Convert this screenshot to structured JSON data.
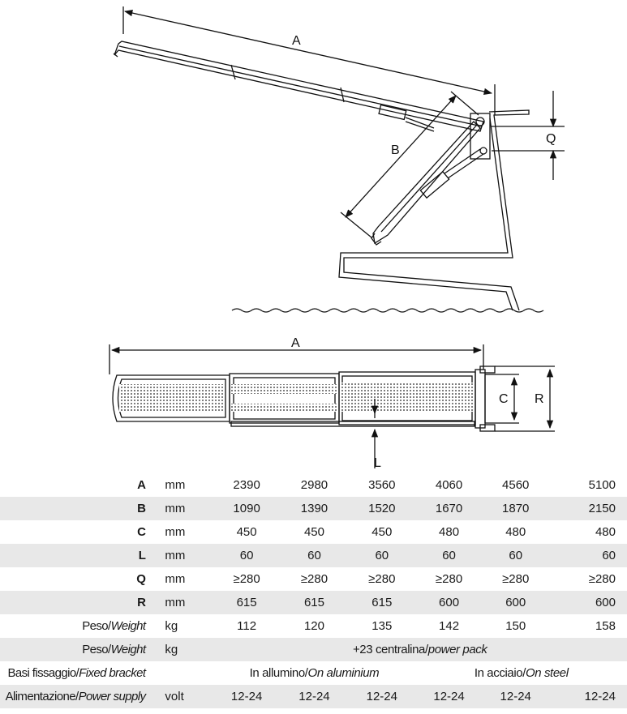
{
  "diagram": {
    "side_labels": {
      "a": "A",
      "b": "B",
      "q": "Q"
    },
    "top_labels": {
      "a": "A",
      "c": "C",
      "r": "R",
      "l": "L"
    }
  },
  "table": {
    "rows": [
      {
        "label": "A",
        "unit": "mm",
        "values": [
          "2390",
          "2980",
          "3560",
          "4060",
          "4560",
          "5100"
        ]
      },
      {
        "label": "B",
        "unit": "mm",
        "values": [
          "1090",
          "1390",
          "1520",
          "1670",
          "1870",
          "2150"
        ]
      },
      {
        "label": "C",
        "unit": "mm",
        "values": [
          "450",
          "450",
          "450",
          "480",
          "480",
          "480"
        ]
      },
      {
        "label": "L",
        "unit": "mm",
        "values": [
          "60",
          "60",
          "60",
          "60",
          "60",
          "60"
        ]
      },
      {
        "label": "Q",
        "unit": "mm",
        "values": [
          "≥280",
          "≥280",
          "≥280",
          "≥280",
          "≥280",
          "≥280"
        ]
      },
      {
        "label": "R",
        "unit": "mm",
        "values": [
          "615",
          "615",
          "615",
          "600",
          "600",
          "600"
        ]
      },
      {
        "label_it": "Peso/",
        "label_en": "Weight",
        "unit": "kg",
        "values": [
          "112",
          "120",
          "135",
          "142",
          "150",
          "158"
        ]
      }
    ],
    "weight_extra": {
      "label_it": "Peso/",
      "label_en": "Weight",
      "unit": "kg",
      "text_it": "+23 centralina/",
      "text_en": "power pack"
    },
    "bracket": {
      "label_it": "Basi fissaggio/",
      "label_en": "Fixed bracket",
      "alu_it": "In allumino/",
      "alu_en": "On aluminium",
      "steel_it": "In acciaio/",
      "steel_en": "On steel"
    },
    "power": {
      "label_it": "Alimentazione/",
      "label_en": "Power supply",
      "unit": "volt",
      "values": [
        "12-24",
        "12-24",
        "12-24",
        "12-24",
        "12-24",
        "12-24"
      ]
    }
  }
}
